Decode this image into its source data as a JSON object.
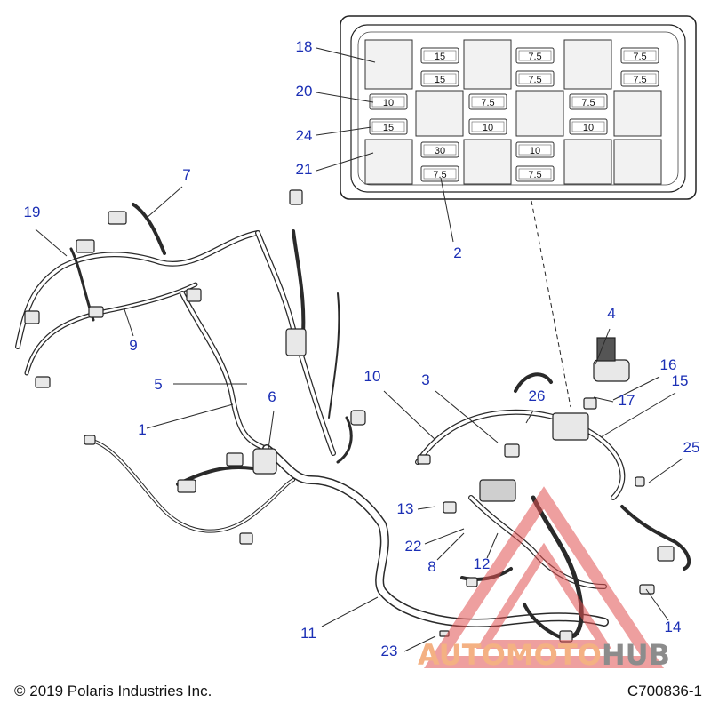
{
  "callouts": [
    {
      "id": "1",
      "label": "1"
    },
    {
      "id": "2",
      "label": "2"
    },
    {
      "id": "3",
      "label": "3"
    },
    {
      "id": "4",
      "label": "4"
    },
    {
      "id": "5",
      "label": "5"
    },
    {
      "id": "6",
      "label": "6"
    },
    {
      "id": "7",
      "label": "7"
    },
    {
      "id": "8",
      "label": "8"
    },
    {
      "id": "9",
      "label": "9"
    },
    {
      "id": "10",
      "label": "10"
    },
    {
      "id": "11",
      "label": "11"
    },
    {
      "id": "12",
      "label": "12"
    },
    {
      "id": "13",
      "label": "13"
    },
    {
      "id": "14",
      "label": "14"
    },
    {
      "id": "15",
      "label": "15"
    },
    {
      "id": "16",
      "label": "16"
    },
    {
      "id": "17",
      "label": "17"
    },
    {
      "id": "18",
      "label": "18"
    },
    {
      "id": "19",
      "label": "19"
    },
    {
      "id": "20",
      "label": "20"
    },
    {
      "id": "21",
      "label": "21"
    },
    {
      "id": "22",
      "label": "22"
    },
    {
      "id": "23",
      "label": "23"
    },
    {
      "id": "24",
      "label": "24"
    },
    {
      "id": "25",
      "label": "25"
    },
    {
      "id": "26",
      "label": "26"
    }
  ],
  "fuses": [
    "15",
    "15",
    "7.5",
    "7.5",
    "7.5",
    "7.5",
    "10",
    "15",
    "7.5",
    "10",
    "7.5",
    "10",
    "30",
    "7.5",
    "10",
    "7.5"
  ],
  "footer": {
    "copyright": "© 2019 Polaris Industries Inc.",
    "drawing_id": "C700836-1"
  },
  "watermark": {
    "part1": "AUTOMOTO",
    "part2": "HUB",
    "color_primary": "#f4b183",
    "color_secondary": "#8c8c8c",
    "triangle_color": "#e05050"
  },
  "colors": {
    "callout_text": "#1b2fb5",
    "line": "#2a2a2a"
  }
}
